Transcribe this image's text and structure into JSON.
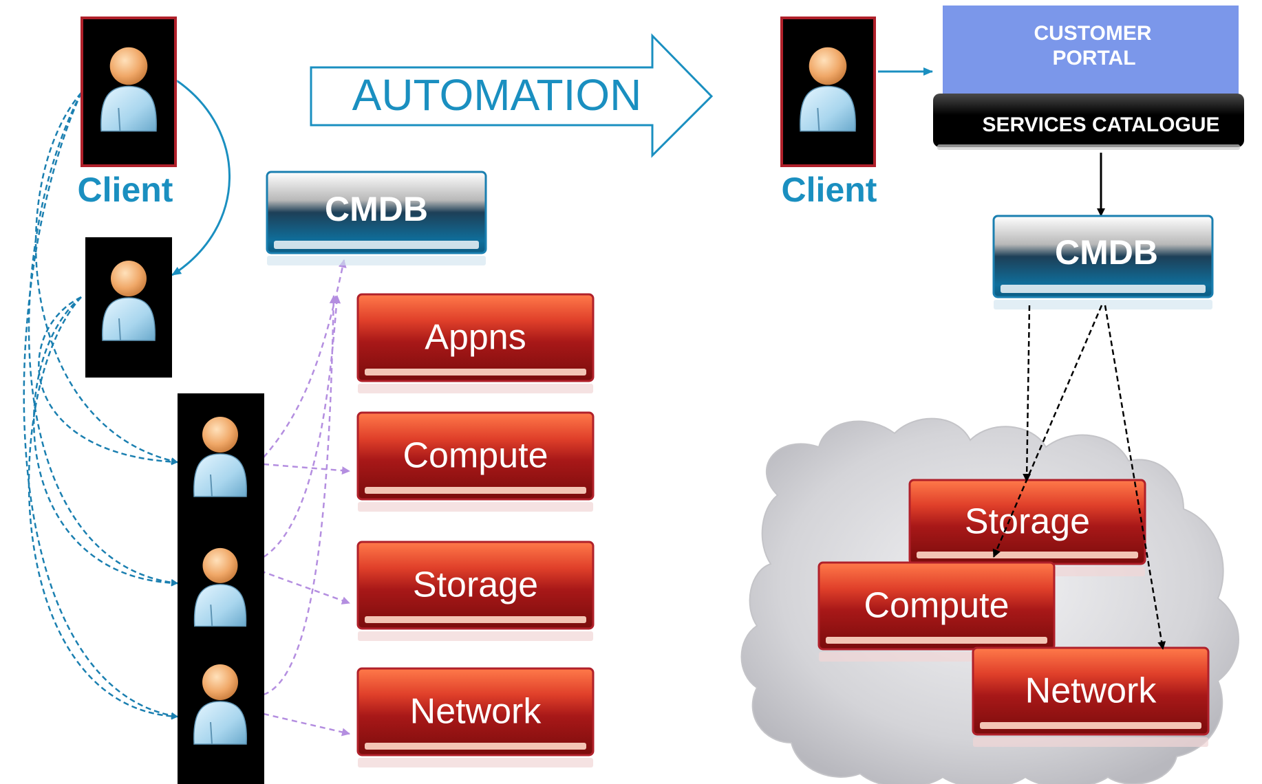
{
  "left": {
    "client_label": "Client",
    "cmdb_label": "CMDB",
    "tiers": [
      "Appns",
      "Compute",
      "Storage",
      "Network"
    ]
  },
  "arrow": {
    "label": "AUTOMATION"
  },
  "right": {
    "client_label": "Client",
    "portal_label_line1": "CUSTOMER",
    "portal_label_line2": "PORTAL",
    "catalogue_label": "SERVICES CATALOGUE",
    "cmdb_label": "CMDB",
    "tiers": [
      "Storage",
      "Compute",
      "Network"
    ]
  },
  "colors": {
    "accent_blue": "#1a8fc0",
    "dashed_blue": "#1a7fb0",
    "dashed_purple": "#b48ee0",
    "frame_red": "#b0202a",
    "tier_red": "#a01c1c",
    "portal_fill": "#7b97ea"
  }
}
